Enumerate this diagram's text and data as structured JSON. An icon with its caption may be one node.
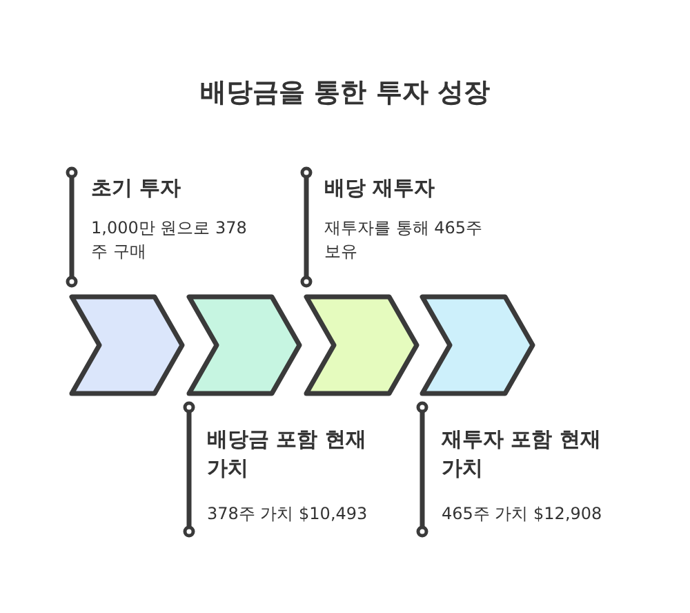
{
  "diagram": {
    "title": "배당금을 통한 투자 성장",
    "nodes": [
      {
        "text": [
          "초기 투자",
          "1,000만 원으로 378주 구매"
        ]
      },
      {
        "text": [
          "배당 재투자",
          "재투자를 통해 465주 보유"
        ]
      },
      {
        "text": [],
        "shape": "chevron"
      },
      {
        "text": [],
        "shape": "chevron"
      },
      {
        "text": [],
        "shape": "chevron"
      },
      {
        "text": [],
        "shape": "chevron"
      },
      {
        "text": [
          "배당금 포함 현재 가치",
          "378주 가치 $10,493"
        ]
      },
      {
        "text": [
          "재투자 포함 현재 가치",
          "465주 가치 $12,908"
        ]
      }
    ],
    "edges": [
      {
        "from": 0,
        "to": 2,
        "arrow": "other"
      },
      {
        "from": 1,
        "to": 4,
        "arrow": "other"
      },
      {
        "from": 6,
        "to": 3,
        "arrow": "other"
      },
      {
        "from": 7,
        "to": 5,
        "arrow": "other"
      }
    ]
  }
}
